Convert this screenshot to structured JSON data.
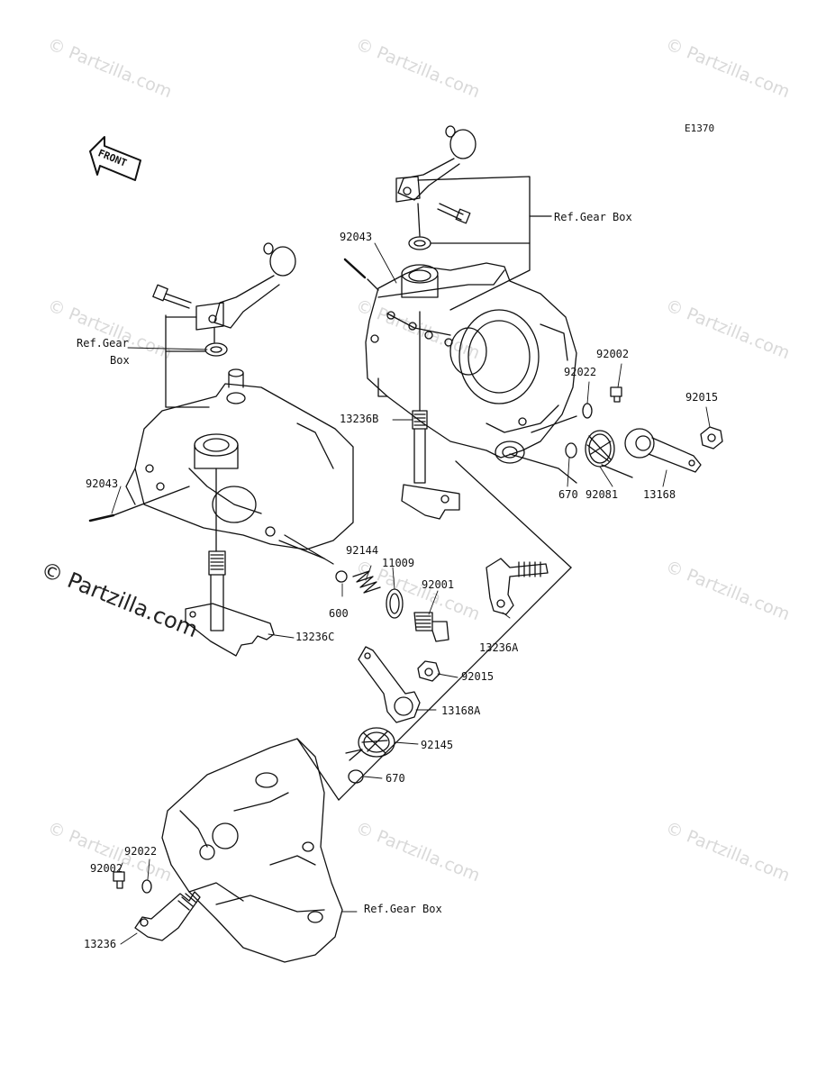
{
  "diagram_code": "E1370",
  "front_label": "FRONT",
  "watermark_text": "© Partzilla.com",
  "copyright_text": "© Partzilla.com",
  "ref_labels": {
    "top_right": "Ref.Gear Box",
    "left_line1": "Ref.Gear",
    "left_line2": "Box",
    "bottom": "Ref.Gear Box"
  },
  "parts": {
    "p92043_top": "92043",
    "p92043_left": "92043",
    "p92002_right": "92002",
    "p92022_right": "92022",
    "p92015_right": "92015",
    "p13236B": "13236B",
    "p670_right": "670",
    "p92081": "92081",
    "p13168": "13168",
    "p92144": "92144",
    "p11009": "11009",
    "p92001": "92001",
    "p600": "600",
    "p13236A": "13236A",
    "p13236C": "13236C",
    "p92015_mid": "92015",
    "p13168A": "13168A",
    "p92145": "92145",
    "p670_mid": "670",
    "p92022_left": "92022",
    "p92002_left": "92002",
    "p13236": "13236"
  },
  "colors": {
    "line": "#111111",
    "watermark": "#d9d9d9"
  }
}
